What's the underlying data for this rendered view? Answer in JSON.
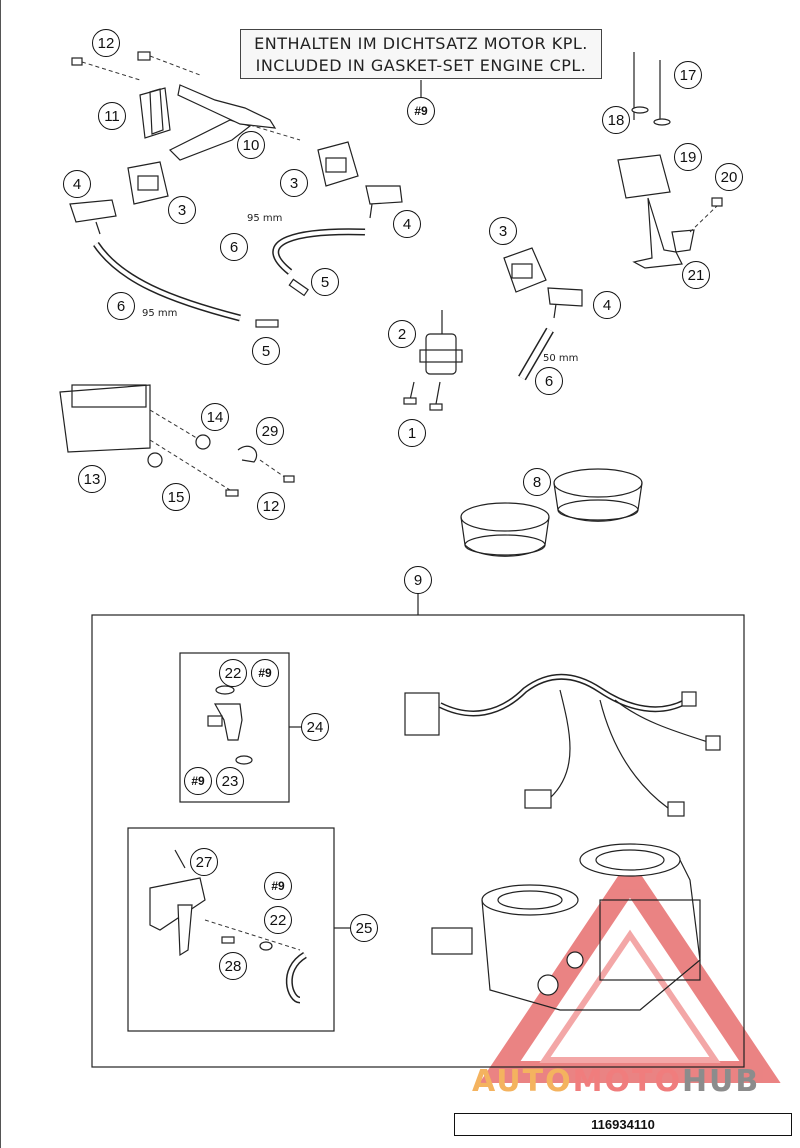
{
  "notice": {
    "line1": "ENTHALTEN IM DICHTSATZ MOTOR KPL.",
    "line2": "INCLUDED IN GASKET-SET ENGINE CPL.",
    "ref": "#9"
  },
  "callouts": {
    "c1": "1",
    "c2": "2",
    "c3a": "3",
    "c3b": "3",
    "c3c": "3",
    "c4a": "4",
    "c4b": "4",
    "c4c": "4",
    "c5a": "5",
    "c5b": "5",
    "c6a": "6",
    "c6b": "6",
    "c6c": "6",
    "c8": "8",
    "c9": "9",
    "c10": "10",
    "c11": "11",
    "c12a": "12",
    "c12b": "12",
    "c13": "13",
    "c14": "14",
    "c15": "15",
    "c17": "17",
    "c18": "18",
    "c19": "19",
    "c20": "20",
    "c21": "21",
    "c22a": "22",
    "c22b": "22",
    "h9a": "#9",
    "h9b": "#9",
    "h9c": "#9",
    "c23": "23",
    "c24": "24",
    "c25": "25",
    "c27": "27",
    "c28": "28",
    "c29": "29"
  },
  "measurements": {
    "m95a": "95 mm",
    "m95b": "95 mm",
    "m50": "50 mm"
  },
  "part_number": "116934110",
  "watermark": {
    "part1": "AUTO",
    "part2": "MOTO",
    "part3": "HUB"
  },
  "colors": {
    "watermark_red": "#e23b3b",
    "watermark_orange": "#f4b35f",
    "watermark_grey": "#8c8c8c"
  }
}
